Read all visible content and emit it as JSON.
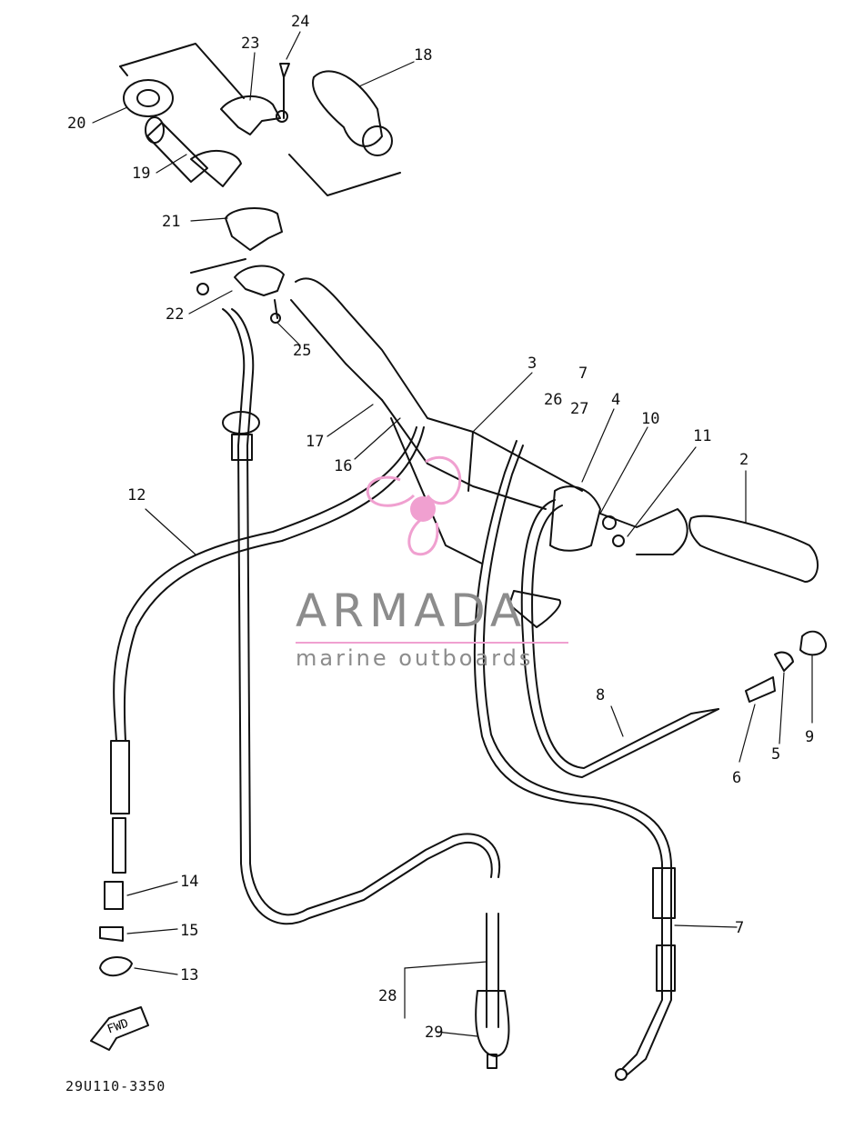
{
  "diagram": {
    "reference_code": "29U110-3350",
    "fwd_label": "FWD",
    "part_numbers": [
      "2",
      "3",
      "4",
      "5",
      "6",
      "7",
      "7",
      "8",
      "9",
      "10",
      "11",
      "12",
      "13",
      "14",
      "15",
      "16",
      "17",
      "18",
      "19",
      "20",
      "21",
      "22",
      "23",
      "24",
      "25",
      "26",
      "27",
      "28",
      "29"
    ]
  },
  "watermark": {
    "brand": "ARMADA",
    "tagline": "marine outboards",
    "accent_color": "#f0a0d0",
    "text_color": "#8c8c8c"
  }
}
